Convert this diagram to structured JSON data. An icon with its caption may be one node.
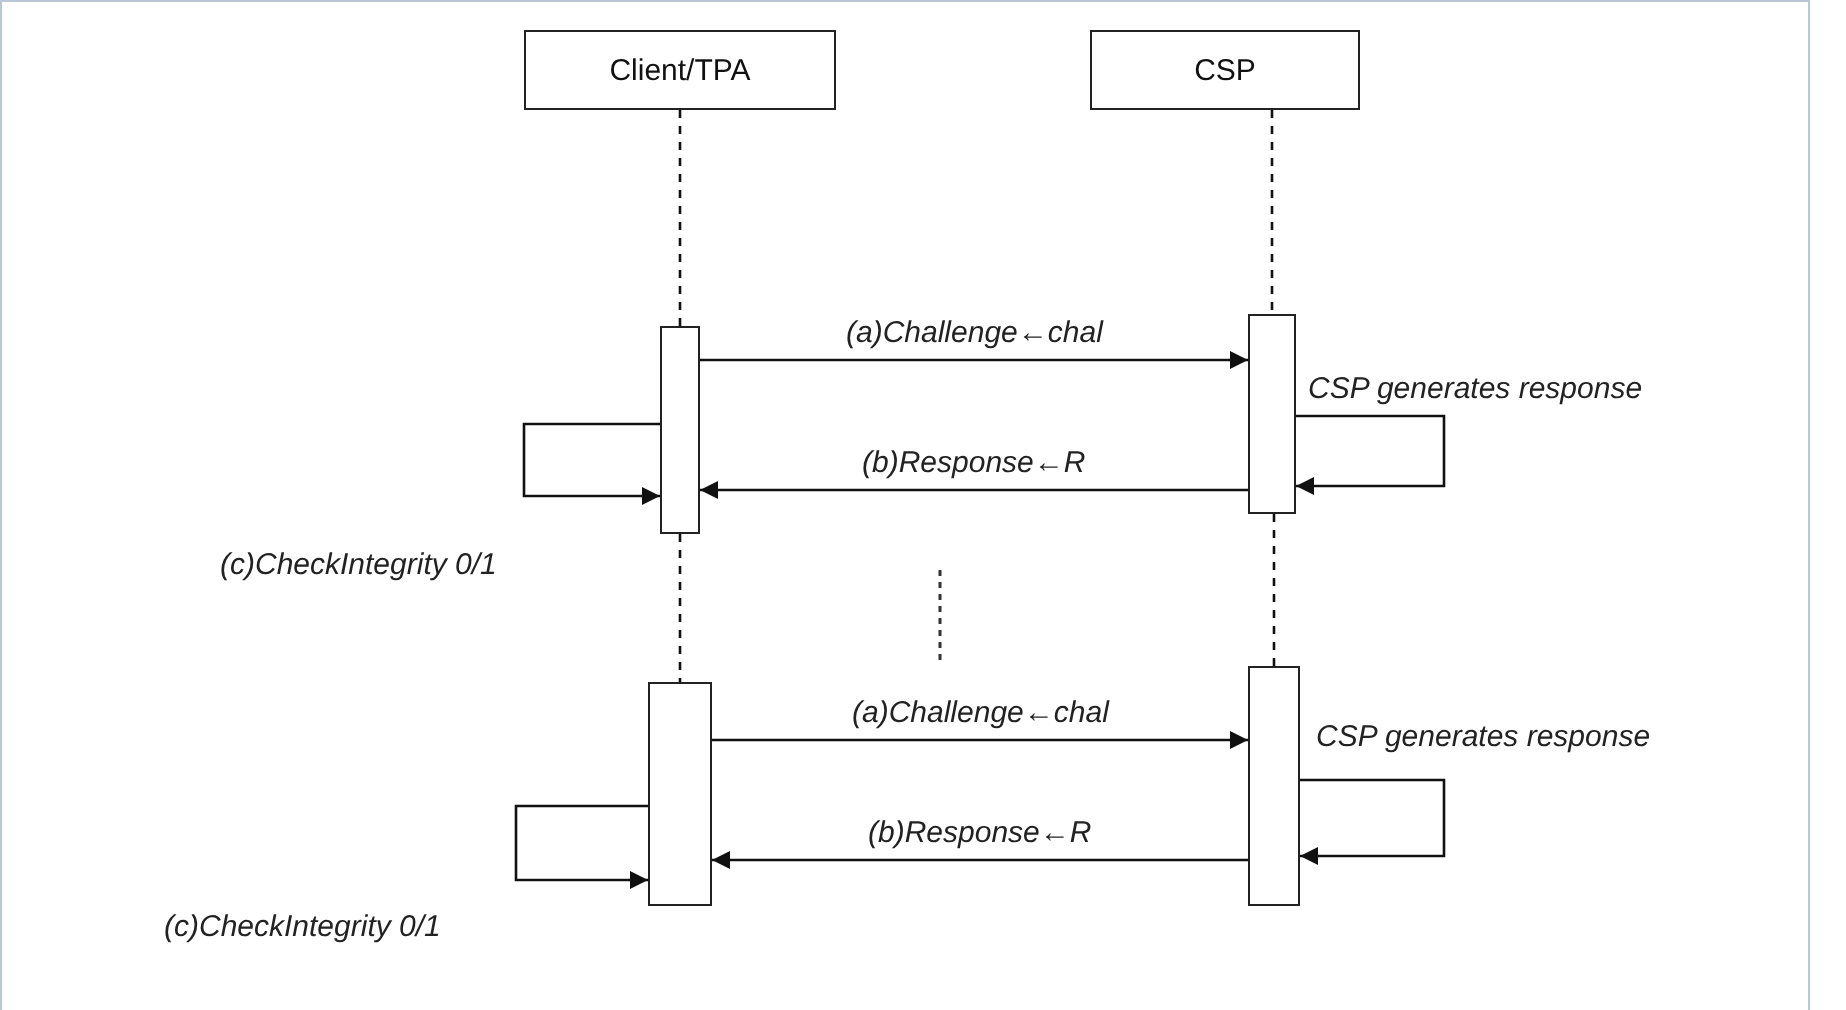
{
  "diagram": {
    "nodes": [
      {
        "text": [
          "Client/TPA"
        ]
      },
      {
        "text": [
          "CSP"
        ]
      },
      {
        "text": [],
        "shape": "bar"
      },
      {
        "text": [],
        "shape": "bar"
      },
      {
        "text": [],
        "shape": "bar"
      },
      {
        "text": [],
        "shape": "bar"
      }
    ],
    "edges": [
      {
        "from": 0,
        "to": 2,
        "arrow": "none",
        "style": "dashed"
      },
      {
        "from": 1,
        "to": 3,
        "arrow": "none",
        "style": "dashed"
      },
      {
        "from": 2,
        "to": 3,
        "arrow": "to",
        "label": "(a)Challenge←chal"
      },
      {
        "from": 3,
        "to": 3,
        "arrow": "to",
        "label": "CSP generates response"
      },
      {
        "from": 3,
        "to": 2,
        "arrow": "to",
        "label": "(b)Response←R"
      },
      {
        "from": 2,
        "to": 2,
        "arrow": "to",
        "label": "(c)CheckIntegrity 0/1"
      },
      {
        "from": 2,
        "to": 4,
        "arrow": "none",
        "style": "dashed"
      },
      {
        "from": 3,
        "to": 5,
        "arrow": "none",
        "style": "dashed"
      },
      {
        "from": 4,
        "to": 5,
        "arrow": "to",
        "label": "(a)Challenge←chal"
      },
      {
        "from": 5,
        "to": 5,
        "arrow": "to",
        "label": "CSP generates response"
      },
      {
        "from": 5,
        "to": 4,
        "arrow": "to",
        "label": "(b)Response←R"
      },
      {
        "from": 4,
        "to": 4,
        "arrow": "to",
        "label": "(c)CheckIntegrity 0/1"
      }
    ]
  }
}
